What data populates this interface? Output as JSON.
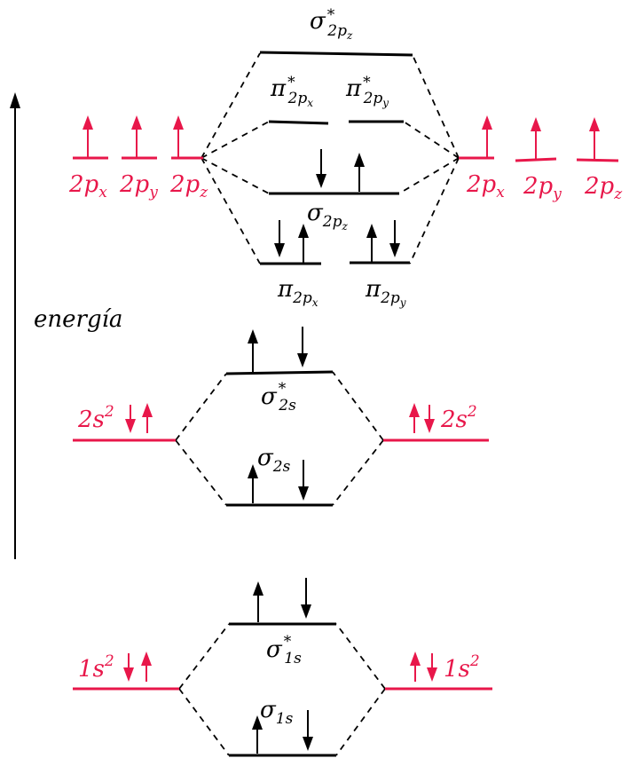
{
  "axis": {
    "label": "energía"
  },
  "colors": {
    "atomic": "#e8174a",
    "molecular": "#000000"
  },
  "atomic_orbitals": {
    "left": {
      "p_x": {
        "main": "2p",
        "sub": "x"
      },
      "p_y": {
        "main": "2p",
        "sub": "y"
      },
      "p_z": {
        "main": "2p",
        "sub": "z"
      },
      "s2": {
        "main": "2s",
        "sup": "2"
      },
      "s1": {
        "main": "1s",
        "sup": "2"
      }
    },
    "right": {
      "p_x": {
        "main": "2p",
        "sub": "x"
      },
      "p_y": {
        "main": "2p",
        "sub": "y"
      },
      "p_z": {
        "main": "2p",
        "sub": "z"
      },
      "s2": {
        "main": "2s",
        "sup": "2"
      },
      "s1": {
        "main": "1s",
        "sup": "2"
      }
    }
  },
  "molecular_orbitals": {
    "sigma_2pz_star": {
      "sym": "σ",
      "sup": "*",
      "sub": "2p",
      "subsub": "z"
    },
    "pi_2px_star": {
      "sym": "π",
      "sup": "*",
      "sub": "2p",
      "subsub": "x"
    },
    "pi_2py_star": {
      "sym": "π",
      "sup": "*",
      "sub": "2p",
      "subsub": "y"
    },
    "sigma_2pz": {
      "sym": "σ",
      "sub": "2p",
      "subsub": "z"
    },
    "pi_2px": {
      "sym": "π",
      "sub": "2p",
      "subsub": "x"
    },
    "pi_2py": {
      "sym": "π",
      "sub": "2p",
      "subsub": "y"
    },
    "sigma_2s_star": {
      "sym": "σ",
      "sup": "*",
      "sub": "2s"
    },
    "sigma_2s": {
      "sym": "σ",
      "sub": "2s"
    },
    "sigma_1s_star": {
      "sym": "σ",
      "sup": "*",
      "sub": "1s"
    },
    "sigma_1s": {
      "sym": "σ",
      "sub": "1s"
    }
  }
}
